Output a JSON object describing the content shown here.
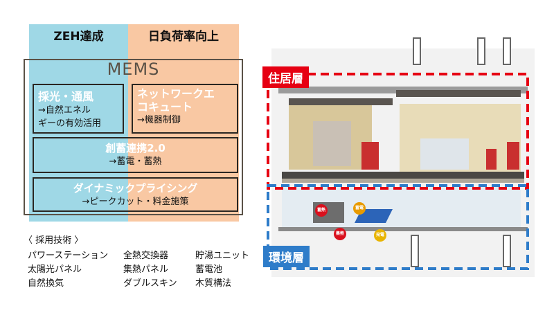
{
  "left": {
    "col_left_title": "ZEH達成",
    "col_right_title": "日負荷率向上",
    "mems_title": "MEMS",
    "box1": {
      "title": "採光・通風",
      "line1": "→自然エネル",
      "line2": "ギーの有効活用"
    },
    "box2": {
      "title": "ネットワークエ",
      "title2": "コキュート",
      "line1": "→機器制御"
    },
    "box3": {
      "title": "創蓄連携2.0",
      "line1": "→蓄電・蓄熱"
    },
    "box4": {
      "title": "ダイナミックプライシング",
      "line1": "→ピークカット・料金施策"
    },
    "colors": {
      "blue": "#9fd8e6",
      "orange": "#f9c8a3",
      "frame": "#5b5247"
    }
  },
  "tech": {
    "heading": "〈 採用技術 〉",
    "col1": [
      "パワーステーション",
      "太陽光パネル",
      "自然換気"
    ],
    "col2": [
      "全熱交換器",
      "集熱パネル",
      "ダブルスキン"
    ],
    "col3": [
      "貯湯ユニット",
      "蓄電池",
      "木質構法"
    ]
  },
  "illustration": {
    "tag_upper": "住居層",
    "tag_lower": "環境層",
    "badges": [
      "蓄熱",
      "蓄電",
      "集熱",
      "発電"
    ],
    "colors": {
      "red": "#e60012",
      "blue": "#2e7cc9"
    }
  }
}
